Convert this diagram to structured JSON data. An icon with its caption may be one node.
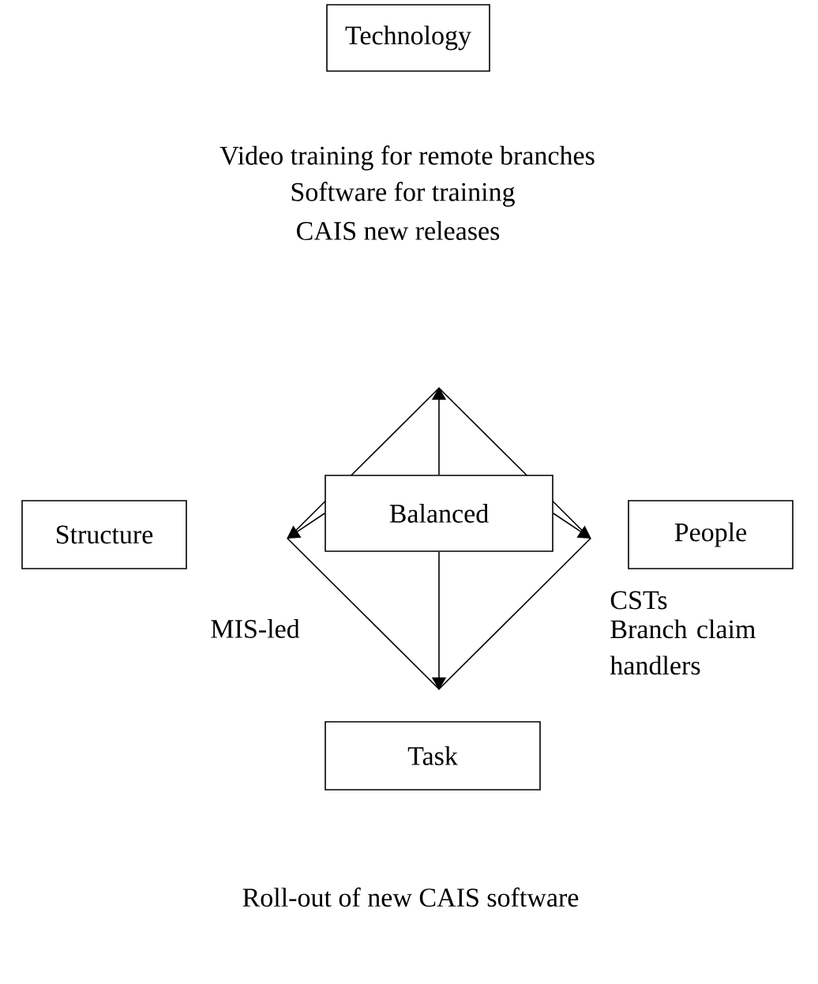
{
  "diagram": {
    "nodes": [
      {
        "text": [
          "Technology"
        ],
        "beside": [
          "Video training for remote branches",
          "Software for training",
          "CAIS new releases"
        ]
      },
      {
        "text": [],
        "shape": "diamond"
      },
      {
        "text": [
          "Structure"
        ]
      },
      {
        "text": [
          "Balanced"
        ],
        "in": 1
      },
      {
        "text": [
          "People"
        ],
        "beside": [
          "CSTs",
          "Branch claim handlers"
        ]
      },
      {
        "text": [
          "Task"
        ]
      }
    ],
    "labels": [
      "MIS-led",
      "Roll-out of new CAIS software"
    ],
    "edges": [
      {
        "from": 3,
        "to": 1,
        "arrow": "to"
      },
      {
        "from": 3,
        "to": 1,
        "arrow": "to"
      },
      {
        "from": 3,
        "to": 1,
        "arrow": "to"
      },
      {
        "from": 3,
        "to": 1,
        "arrow": "to"
      }
    ]
  }
}
